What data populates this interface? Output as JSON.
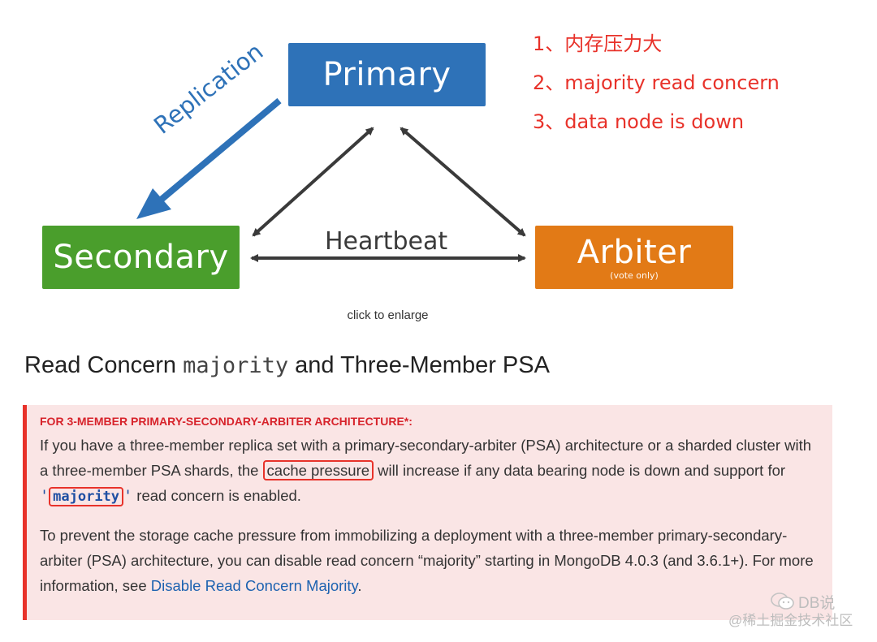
{
  "diagram": {
    "nodes": {
      "primary": {
        "label": "Primary",
        "color": "#2e72b8"
      },
      "secondary": {
        "label": "Secondary",
        "color": "#4a9e2c"
      },
      "arbiter": {
        "label": "Arbiter",
        "sublabel": "(vote only)",
        "color": "#e27a16"
      }
    },
    "edges": {
      "replication": {
        "label": "Replication",
        "color": "#2e72b8"
      },
      "heartbeat": {
        "label": "Heartbeat",
        "color": "#3a3a3a"
      }
    },
    "caption": "click to enlarge"
  },
  "annotations": [
    "1、内存压力大",
    "2、majority read concern",
    "3、data node is down"
  ],
  "heading": {
    "prefix": "Read Concern ",
    "code": "majority",
    "suffix": " and Three-Member PSA"
  },
  "notice": {
    "title": "For 3-Member Primary-Secondary-Arbiter Architecture*:",
    "p1_part1": "If you have a three-member replica set with a primary-secondary-arbiter (PSA) architecture or a sharded cluster with a three-member PSA shards, the ",
    "p1_highlight": "cache pressure",
    "p1_part2": " will increase if any data bearing node is down and support for ",
    "p1_quote": "'",
    "p1_code": "majority",
    "p1_part3": " read concern is enabled.",
    "p2_part1": "To prevent the storage cache pressure from immobilizing a deployment with a three-member primary-secondary-arbiter (PSA) architecture, you can disable read concern “majority” starting in MongoDB 4.0.3 (and 3.6.1+). For more information, see ",
    "p2_link": "Disable Read Concern Majority",
    "p2_part2": "."
  },
  "watermark": {
    "name": "DB说",
    "sub": "@稀土掘金技术社区",
    "icon": "wechat-icon"
  }
}
